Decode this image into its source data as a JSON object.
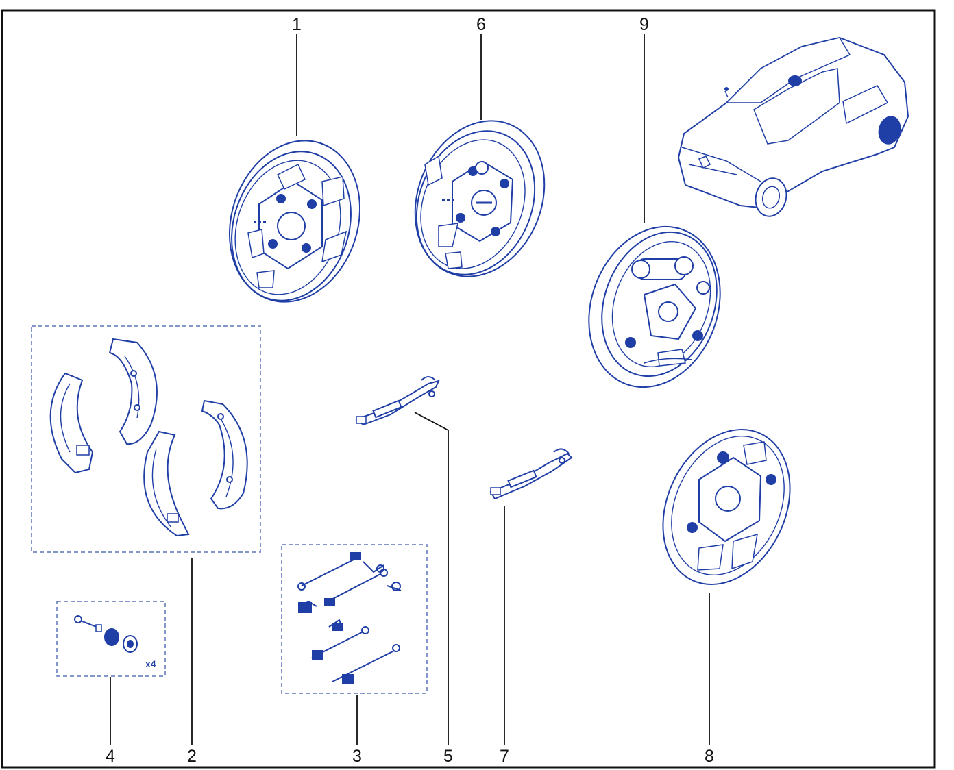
{
  "colors": {
    "line": "#1f3ea6",
    "fill": "#ffffff",
    "dark_fill": "#1f3ea6",
    "leader": "#111111",
    "group_box": "#5b75b8",
    "frame": "#111111"
  },
  "callouts": {
    "c1": "1",
    "c2": "2",
    "c3": "3",
    "c4": "4",
    "c5": "5",
    "c6": "6",
    "c7": "7",
    "c8": "8",
    "c9": "9"
  },
  "groups": {
    "pins_quantity": "x4"
  },
  "icons": {
    "vehicle": "car-icon",
    "backing_plate": "brake-backing-plate-icon",
    "drum_assembly": "brake-drum-assembly-icon",
    "shoes": "brake-shoe-icon",
    "springs": "spring-kit-icon",
    "pins": "retaining-pin-icon",
    "adjuster": "adjuster-strut-icon"
  }
}
